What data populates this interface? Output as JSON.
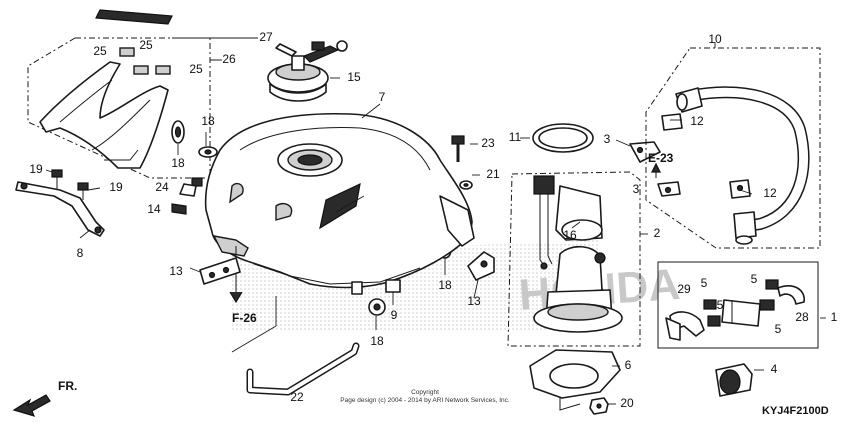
{
  "callouts": {
    "c1": "1",
    "c2": "2",
    "c3a": "3",
    "c3b": "3",
    "c4": "4",
    "c5a": "5",
    "c5b": "5",
    "c5c": "5",
    "c5d": "5",
    "c6": "6",
    "c7": "7",
    "c8": "8",
    "c9": "9",
    "c10": "10",
    "c11": "11",
    "c12a": "12",
    "c12b": "12",
    "c13a": "13",
    "c13b": "13",
    "c14": "14",
    "c15": "15",
    "c16": "16",
    "c18a": "18",
    "c18b": "18",
    "c18c": "18",
    "c18d": "18",
    "c19a": "19",
    "c19b": "19",
    "c20": "20",
    "c21": "21",
    "c22": "22",
    "c23": "23",
    "c24": "24",
    "c25a": "25",
    "c25b": "25",
    "c25c": "25",
    "c26": "26",
    "c27": "27",
    "c28": "28",
    "c29": "29"
  },
  "references": {
    "e23": "E-23",
    "f26": "F-26"
  },
  "front_label": "FR.",
  "watermark": "HONDA",
  "copyright_line1": "Copyright",
  "copyright_line2": "Page design (c) 2004 - 2014 by ARI Network Services, Inc.",
  "diagram_code": "KYJ4F2100D",
  "colors": {
    "ink": "#1a1a1a",
    "watermark": "#bfbfbf",
    "background": "#ffffff"
  }
}
